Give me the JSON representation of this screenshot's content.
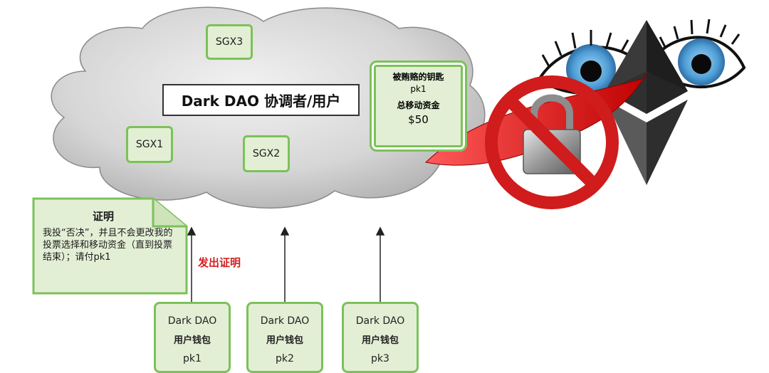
{
  "cloud": {
    "title": "Dark DAO 协调者/用户",
    "sgx_nodes": [
      "SGX3",
      "SGX1",
      "SGX2"
    ]
  },
  "bribe_box": {
    "line1": "被贿赂的钥匙",
    "line2": "pk1",
    "line3": "总移动资金",
    "amount": "$50"
  },
  "proof_note": {
    "title": "证明",
    "body": "我投“否决”，并且不会更改我的投票选择和移动资金（直到投票结束）；请付pk1"
  },
  "emit_label": "发出证明",
  "wallets": [
    {
      "line1": "Dark DAO",
      "line2": "用户钱包",
      "key": "pk1"
    },
    {
      "line1": "Dark DAO",
      "line2": "用户钱包",
      "key": "pk2"
    },
    {
      "line1": "Dark DAO",
      "line2": "用户钱包",
      "key": "pk3"
    }
  ],
  "icons": [
    "cloud",
    "eye-icon",
    "ethereum-logo-icon",
    "padlock-icon",
    "prohibition-sign-icon",
    "red-arrow-icon",
    "up-arrow-icon"
  ],
  "colors": {
    "box_fill": "#e3efd5",
    "box_border": "#7cc15a",
    "prohibit_red": "#d01c1c",
    "cloud_gray": "#cfcfcf",
    "iris_blue": "#5aa6dc"
  }
}
